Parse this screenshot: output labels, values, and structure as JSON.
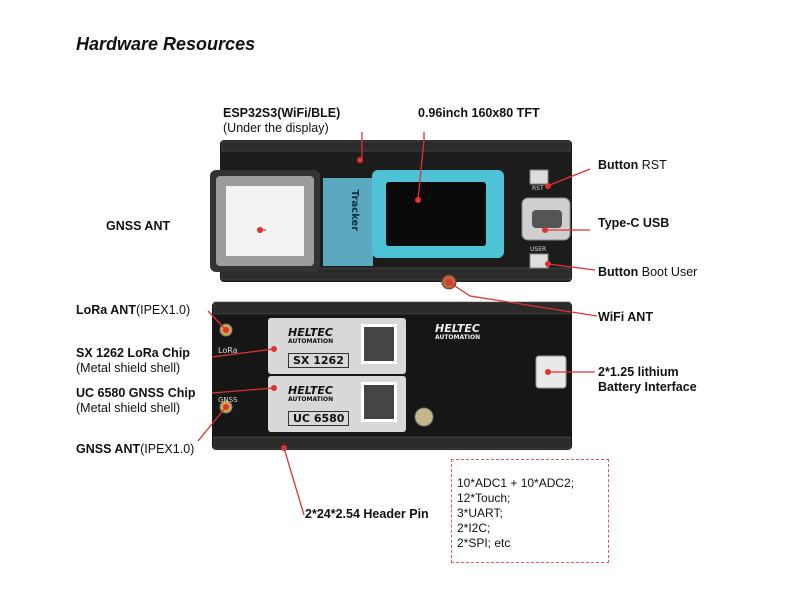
{
  "title": "Hardware Resources",
  "labels": {
    "esp32": {
      "bold": "ESP32S3(WiFi/BLE)",
      "sub": "(Under the display)"
    },
    "tft": {
      "bold": "0.96inch 160x80 TFT"
    },
    "rst": {
      "bold": "Button",
      "reg": " RST"
    },
    "typec": {
      "bold": "Type-C USB"
    },
    "boot": {
      "bold": "Button",
      "reg": " Boot User"
    },
    "wifi": {
      "bold": "WiFi ANT"
    },
    "gnss_ant": {
      "bold": "GNSS ANT"
    },
    "lora_ant": {
      "bold": "LoRa ANT",
      "reg": "(IPEX1.0)"
    },
    "sx1262": {
      "bold": "SX 1262 LoRa Chip",
      "sub": "(Metal shield shell)"
    },
    "uc6580": {
      "bold": "UC 6580 GNSS Chip",
      "sub": "(Metal shield shell)"
    },
    "gnss_ipex": {
      "bold": "GNSS ANT",
      "reg": "(IPEX1.0)"
    },
    "battery": {
      "line1": "2*1.25 lithium",
      "line2": "Battery Interface"
    },
    "header": {
      "bold": "2*24*2.54 Header Pin"
    }
  },
  "spec_lines": [
    "10*ADC1 + 10*ADC2;",
    "12*Touch;",
    "3*UART;",
    "2*I2C;",
    "2*SPI; etc"
  ],
  "board_text": {
    "heltec1": "HELTEC",
    "automation1": "AUTOMATION",
    "chip1": "SX 1262",
    "heltec2": "HELTEC",
    "automation2": "AUTOMATION",
    "chip2": "UC 6580",
    "heltec3": "HELTEC",
    "automation3": "AUTOMATION",
    "lora": "LoRa",
    "gnss": "GNSS",
    "tracker": "Tracker",
    "rst": "RST",
    "user": "USER"
  },
  "colors": {
    "accent_red": "#e03030",
    "board": "#1a1a1a",
    "tft_frame": "#4ec3d6",
    "tft_screen": "#0a0a0a"
  }
}
